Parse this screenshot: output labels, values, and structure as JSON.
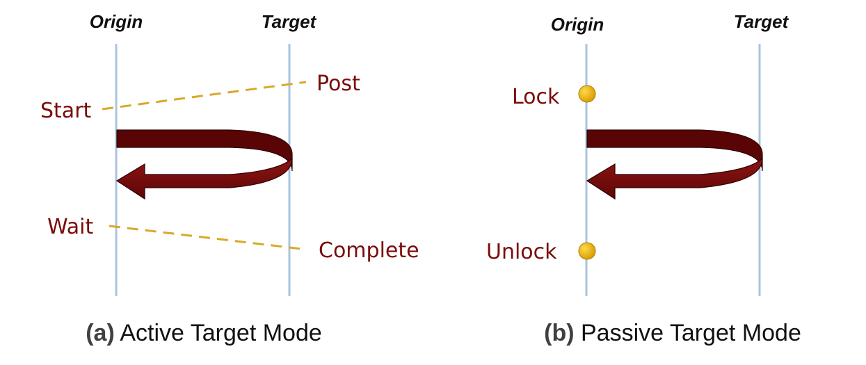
{
  "panel_a": {
    "origin_label": "Origin",
    "target_label": "Target",
    "start_label": "Start",
    "post_label": "Post",
    "wait_label": "Wait",
    "complete_label": "Complete",
    "caption_prefix": "(a)",
    "caption_text": " Active Target Mode"
  },
  "panel_b": {
    "origin_label": "Origin",
    "target_label": "Target",
    "lock_label": "Lock",
    "unlock_label": "Unlock",
    "caption_prefix": "(b)",
    "caption_text": " Passive Target Mode"
  },
  "colors": {
    "timeline": "#a9c4de",
    "arrow": "#7a0c0c",
    "dashed_line": "#d9a82a",
    "dot": "#e6a800",
    "label_text": "#7a0c0c"
  }
}
